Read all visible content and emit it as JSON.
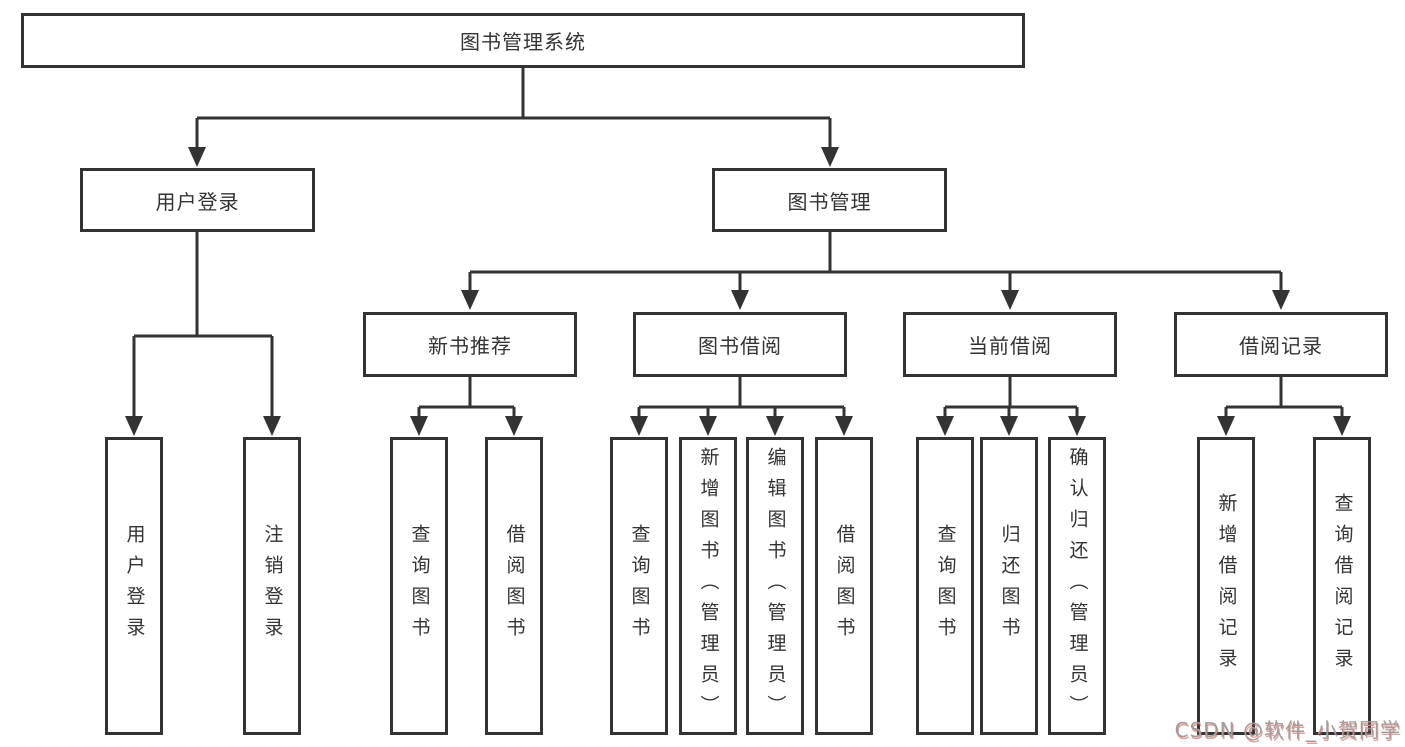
{
  "page": {
    "background": "#ffffff"
  },
  "diagram": {
    "type": "functional-structure-tree",
    "tree": {
      "label": "图书管理系统",
      "children": [
        {
          "label": "用户登录",
          "children": [
            {
              "label": "用户登录"
            },
            {
              "label": "注销登录"
            }
          ]
        },
        {
          "label": "图书管理",
          "children": [
            {
              "label": "新书推荐",
              "children": [
                {
                  "label": "查询图书"
                },
                {
                  "label": "借阅图书"
                }
              ]
            },
            {
              "label": "图书借阅",
              "children": [
                {
                  "label": "查询图书"
                },
                {
                  "label": "新增图书（管理员）"
                },
                {
                  "label": "编辑图书（管理员）"
                },
                {
                  "label": "借阅图书"
                }
              ]
            },
            {
              "label": "当前借阅",
              "children": [
                {
                  "label": "查询图书"
                },
                {
                  "label": "归还图书"
                },
                {
                  "label": "确认归还（管理员）"
                }
              ]
            },
            {
              "label": "借阅记录",
              "children": [
                {
                  "label": "新增借阅记录"
                },
                {
                  "label": "查询借阅记录"
                }
              ]
            }
          ]
        }
      ]
    },
    "colors": {
      "line": "#333333",
      "box_border": "#333333",
      "text": "#333333",
      "background": "#ffffff"
    }
  },
  "watermark": {
    "text": "CSDN @软件_小贺同学",
    "color": "#9e9e9e",
    "accent": "#cf5149"
  }
}
